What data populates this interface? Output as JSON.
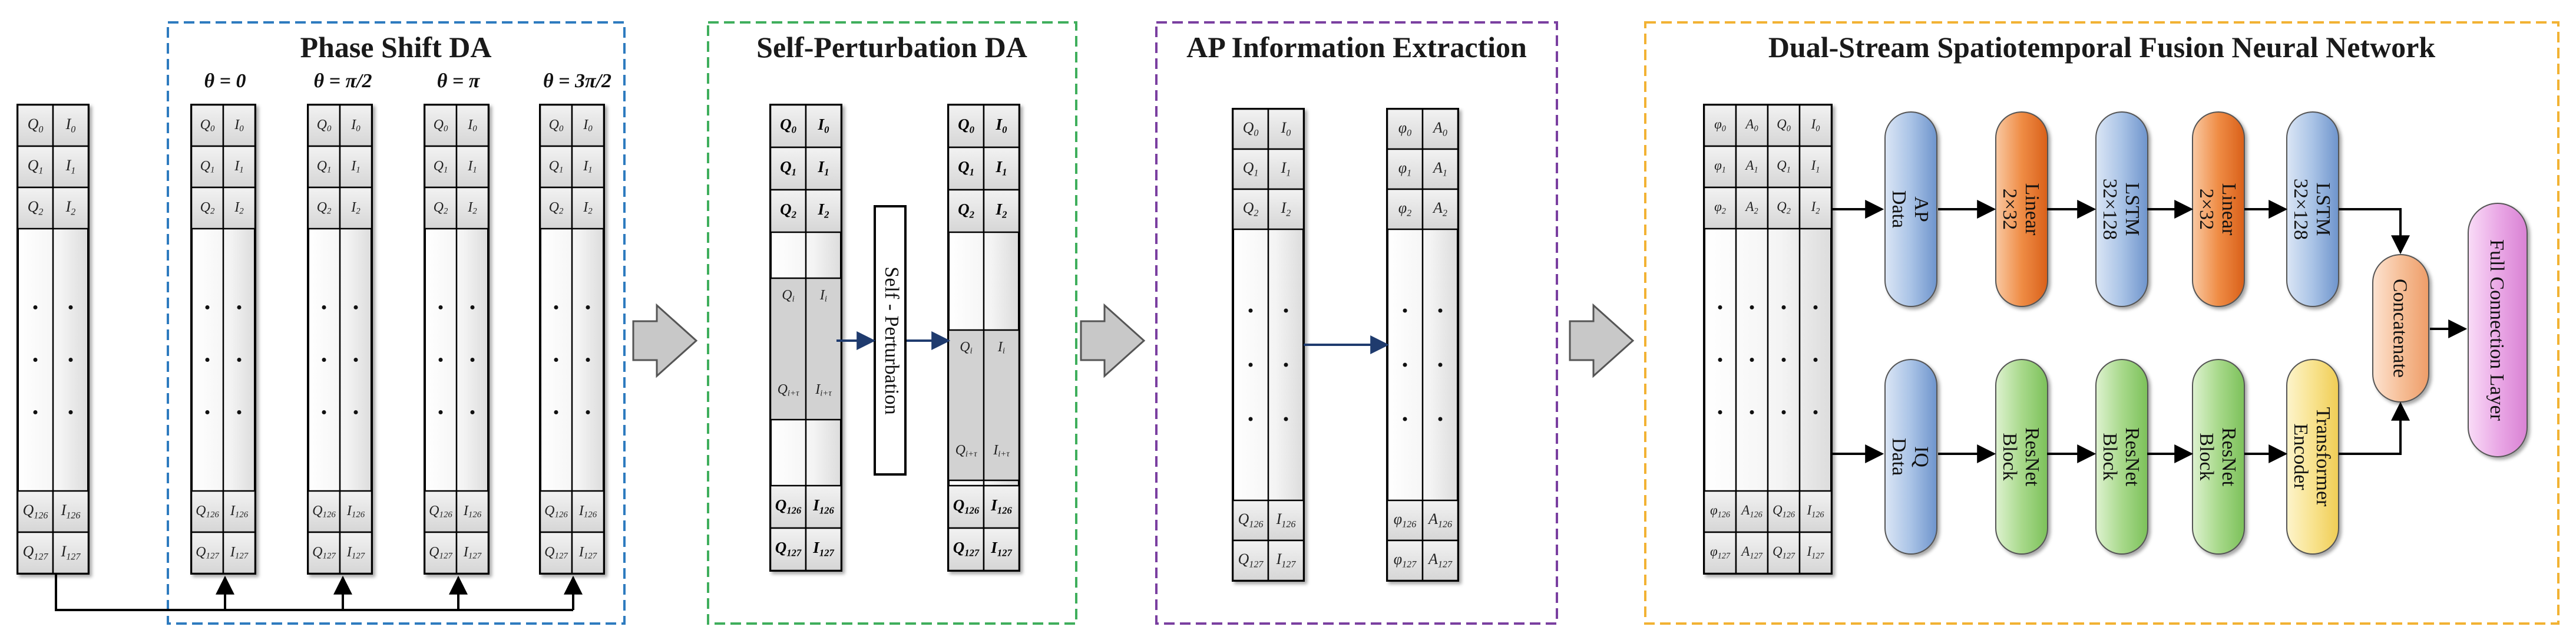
{
  "panels": {
    "phase_shift": "Phase Shift DA",
    "self_perturbation": "Self-Perturbation DA",
    "ap_extraction": "AP Information Extraction",
    "dual_stream": "Dual-Stream Spatiotemporal Fusion Neural Network"
  },
  "thetas": [
    "θ = 0",
    "θ = π/2",
    "θ = π",
    "θ = 3π/2"
  ],
  "iq_column": {
    "q": [
      "Q0",
      "Q1",
      "Q2",
      "Q126",
      "Q127"
    ],
    "i": [
      "I0",
      "I1",
      "I2",
      "I126",
      "I127"
    ]
  },
  "perturb_column": {
    "q_mid": [
      "Qi",
      "Qi+τ"
    ],
    "i_mid": [
      "Ii",
      "Ii+τ"
    ]
  },
  "ap_column": {
    "phi": [
      "φ0",
      "φ1",
      "φ2",
      "φ126",
      "φ127"
    ],
    "a": [
      "A0",
      "A1",
      "A2",
      "A126",
      "A127"
    ]
  },
  "self_perturbation_box": "Self - Perturbation",
  "nodes": {
    "ap_data": [
      "AP",
      "Data"
    ],
    "linear1": [
      "Linear",
      "2×32"
    ],
    "lstm1": [
      "LSTM",
      "32×128"
    ],
    "linear2": [
      "Linear",
      "2×32"
    ],
    "lstm2": [
      "LSTM",
      "32×128"
    ],
    "iq_data": [
      "IQ",
      "Data"
    ],
    "resnet1": [
      "ResNet",
      "Block"
    ],
    "resnet2": [
      "ResNet",
      "Block"
    ],
    "resnet3": [
      "ResNet",
      "Block"
    ],
    "transformer": [
      "Transformer",
      "Encoder"
    ],
    "concatenate": "Concatenate",
    "full_connection": "Full Connection Layer"
  },
  "colors": {
    "phase_shift_border": "#2e7bbf",
    "self_perturbation_border": "#3fae5c",
    "ap_border": "#7a3fa0",
    "dual_border": "#f2b233",
    "arrow_fill": "#c8c8c8",
    "flow_arrow": "#1f3b6e",
    "node_blue": "#8fb0db",
    "node_orange": "#e8772e",
    "node_green": "#9ad17c",
    "node_yellow": "#f8e28a",
    "node_peach": "#f3b890",
    "node_pink": "#e6a0e2"
  }
}
